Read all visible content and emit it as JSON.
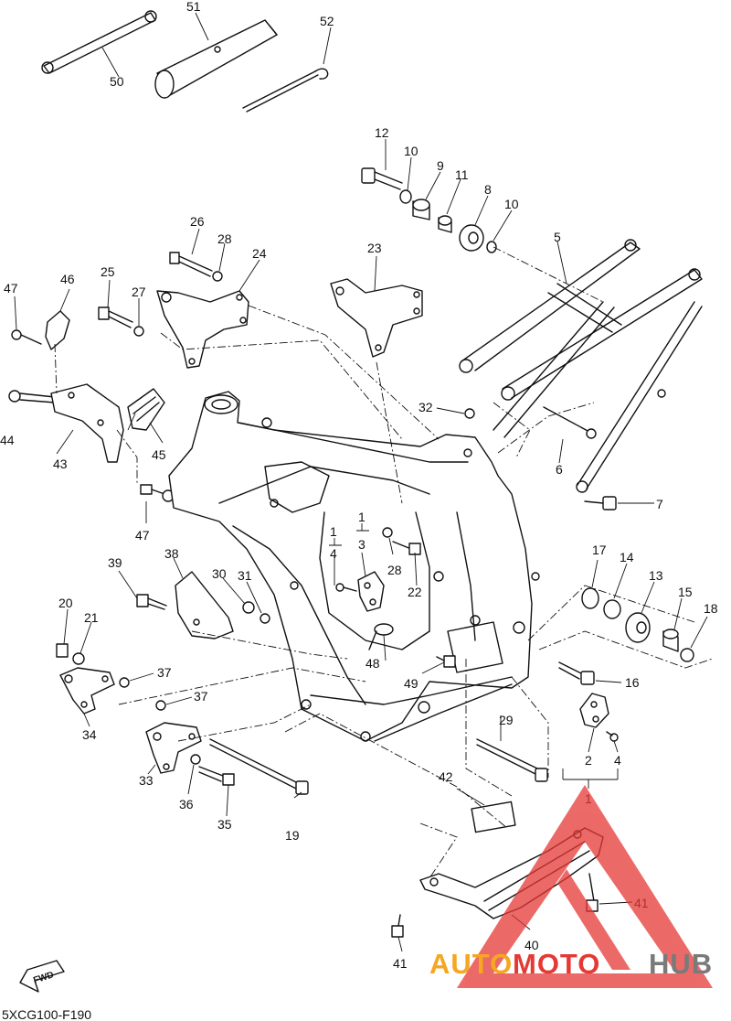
{
  "diagram": {
    "callouts": [
      "1",
      "2",
      "3",
      "4",
      "5",
      "6",
      "7",
      "8",
      "9",
      "10",
      "11",
      "12",
      "13",
      "14",
      "15",
      "16",
      "17",
      "18",
      "19",
      "20",
      "21",
      "22",
      "23",
      "24",
      "25",
      "26",
      "27",
      "28",
      "29",
      "30",
      "31",
      "32",
      "33",
      "34",
      "35",
      "36",
      "37",
      "38",
      "39",
      "40",
      "41",
      "42",
      "43",
      "44",
      "45",
      "46",
      "47",
      "48",
      "49",
      "50",
      "51",
      "52"
    ],
    "fwd_label": "FWD",
    "diagram_code": "5XCG100-F190"
  },
  "watermark": {
    "text_auto": "AUTO",
    "text_moto": "MOTO",
    "text_hub": "HUB",
    "color_orange": "#f5a623",
    "color_red": "#e53935",
    "color_gray": "#7a7a7a"
  }
}
